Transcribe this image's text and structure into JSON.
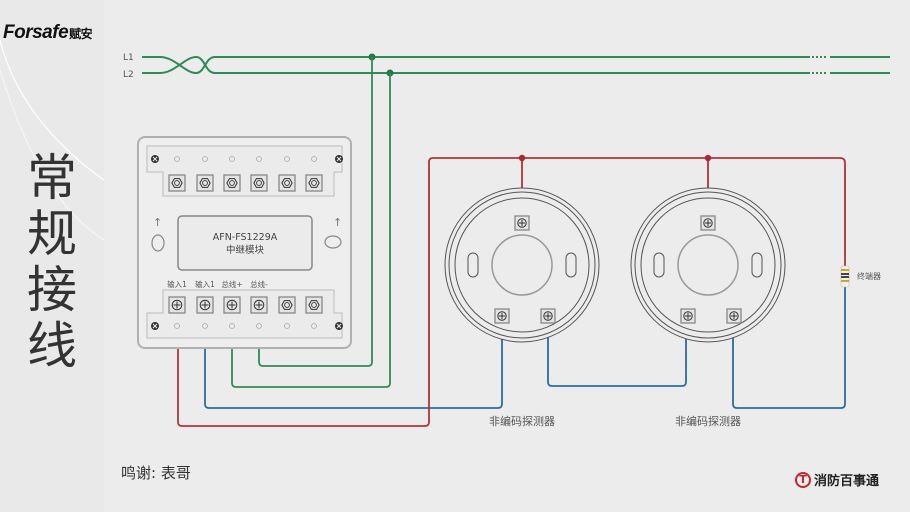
{
  "brand": {
    "name": "Forsafe",
    "name_cn": "赋安"
  },
  "title": {
    "chars": [
      "常",
      "规",
      "接",
      "线"
    ]
  },
  "bus": {
    "l1_label": "L1",
    "l2_label": "L2"
  },
  "module": {
    "model": "AFN-FS1229A",
    "name": "中继模块",
    "terminal_labels": [
      "输入1",
      "输入1",
      "总线+",
      "总线-"
    ]
  },
  "detectors": [
    {
      "label": "非编码探测器"
    },
    {
      "label": "非编码探测器"
    }
  ],
  "end_resistor": {
    "label": "终端器"
  },
  "credit": "鸣谢: 表哥",
  "footer_logo": {
    "text": "消防百事通",
    "mark": "T"
  },
  "colors": {
    "bus_green": "#2e8b57",
    "wire_red": "#b5333a",
    "wire_blue": "#2a6ca8",
    "device_gray": "#777777"
  }
}
